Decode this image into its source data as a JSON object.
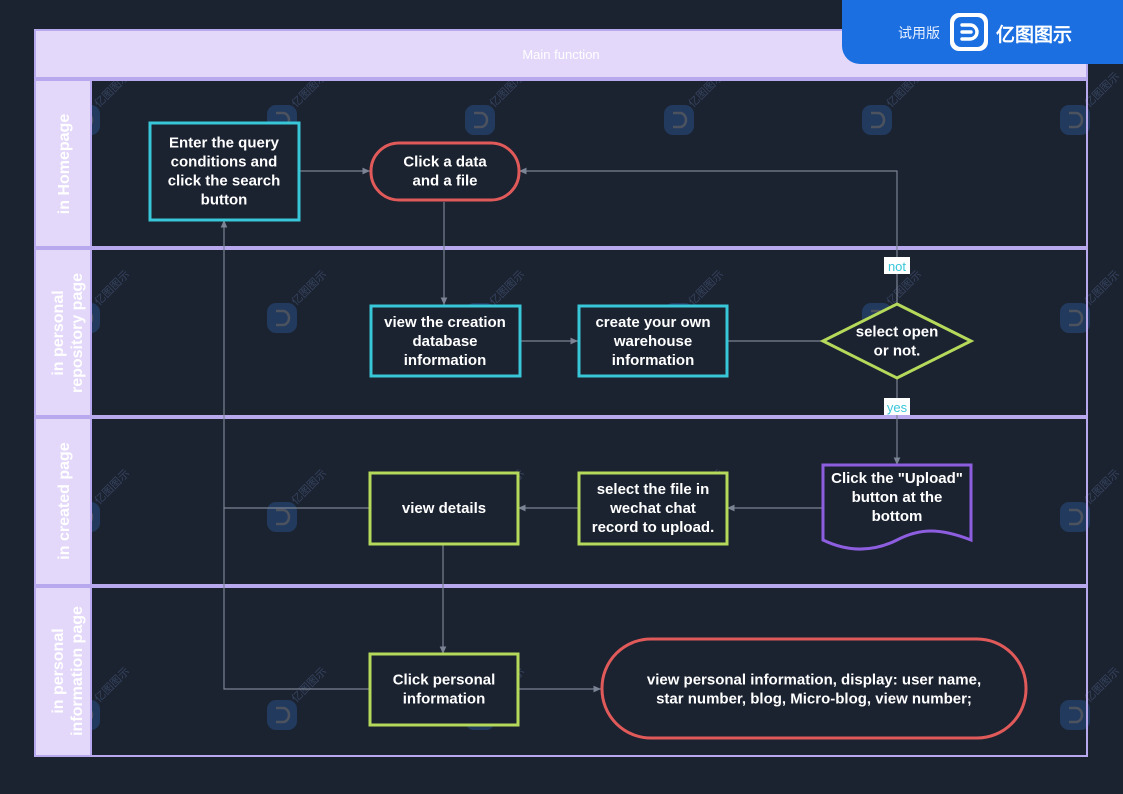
{
  "badge": {
    "trial_label": "试用版",
    "brand": "亿图图示"
  },
  "pool_title": "Main function",
  "lanes": [
    {
      "id": "lane-homepage",
      "label": "in Homepage"
    },
    {
      "id": "lane-personal-repository",
      "label": "in personal repository page"
    },
    {
      "id": "lane-created",
      "label": "in created page"
    },
    {
      "id": "lane-personal-information",
      "label": "in personal information page"
    }
  ],
  "nodes": {
    "enter_query": {
      "shape": "rect",
      "border": "#38c6d9",
      "lines": [
        "Enter the query",
        "conditions and",
        "click the search",
        "button"
      ]
    },
    "click_data_file": {
      "shape": "terminator",
      "border": "#e05a5a",
      "lines": [
        "Click a data",
        "and a file"
      ]
    },
    "view_creation_db": {
      "shape": "rect",
      "border": "#38c6d9",
      "lines": [
        "view the creation",
        "database",
        "information"
      ]
    },
    "create_warehouse": {
      "shape": "rect",
      "border": "#38c6d9",
      "lines": [
        "create your own",
        "warehouse",
        "information"
      ]
    },
    "select_open": {
      "shape": "diamond",
      "border": "#b5d95a",
      "lines": [
        "select open",
        "or not."
      ]
    },
    "click_upload": {
      "shape": "document",
      "border": "#8e5ee0",
      "lines": [
        "Click the \"Upload\"",
        "button at the",
        "bottom"
      ]
    },
    "select_file_wechat": {
      "shape": "rect",
      "border": "#b5d95a",
      "lines": [
        "select the file in",
        "wechat chat",
        "record to upload."
      ]
    },
    "view_details": {
      "shape": "rect",
      "border": "#b5d95a",
      "lines": [
        "view details"
      ]
    },
    "click_personal_info": {
      "shape": "rect",
      "border": "#b5d95a",
      "lines": [
        "Click personal",
        "information"
      ]
    },
    "view_personal_info": {
      "shape": "terminator",
      "border": "#e05a5a",
      "lines": [
        "view personal information, display: user name,",
        "star number, blog, Micro-blog, view number;"
      ]
    }
  },
  "edge_labels": {
    "not": "not",
    "yes": "yes"
  },
  "watermark_text": "亿图图示",
  "colors": {
    "background": "#1b2230",
    "lane_header": "#e3d8fa",
    "lane_border": "#b8a9ee",
    "connector": "#7b8494",
    "edge_label": "#38c6d9",
    "badge": "#1c6fe0"
  }
}
